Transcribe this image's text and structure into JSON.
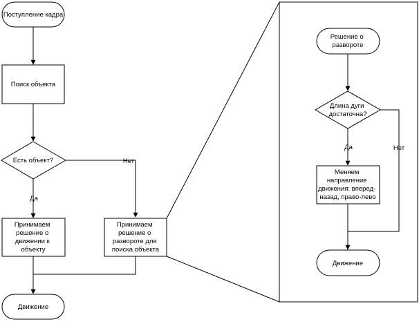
{
  "nodes": {
    "start": "Поступление кадра",
    "search": "Поиск объекта",
    "has_object": "Есть объект?",
    "decide_move": [
      "Принимаем",
      "решение о",
      "движении к",
      "объекту"
    ],
    "decide_turn": [
      "Принимаем",
      "решение о",
      "развороте для",
      "поиска объекта"
    ],
    "move": "Движение"
  },
  "edges": {
    "yes": "Да",
    "no": "Нет"
  },
  "detail": {
    "start": [
      "Решение о",
      "развороте"
    ],
    "arc_enough": [
      "Длина дуги",
      "достаточна?"
    ],
    "change_dir": [
      "Меняем",
      "направление",
      "движения: вперед-",
      "назад, право-лево"
    ],
    "move": "Движение",
    "yes": "Да",
    "no": "Нет"
  }
}
